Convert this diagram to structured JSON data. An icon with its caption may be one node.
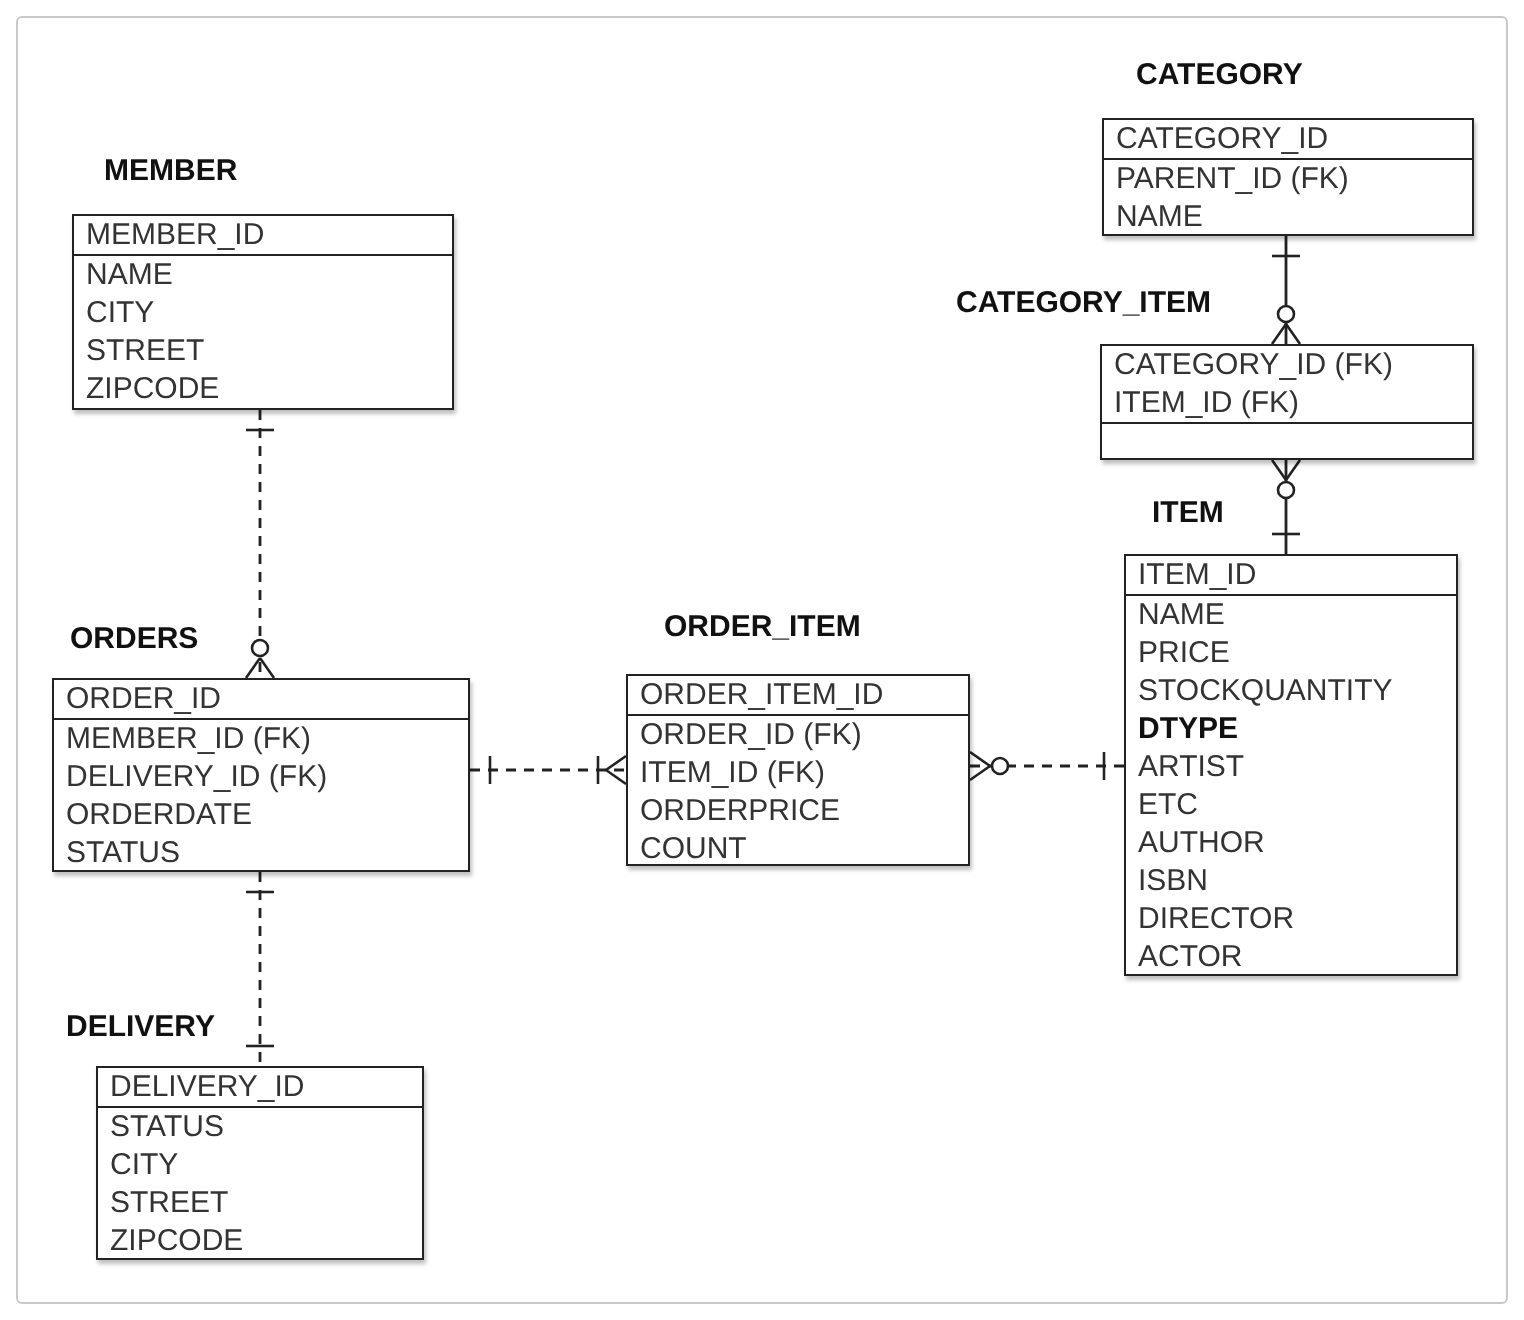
{
  "diagram": {
    "nodes": [
      {
        "text": [
          "MEMBER",
          "MEMBER_ID",
          "NAME",
          "CITY",
          "STREET",
          "ZIPCODE"
        ]
      },
      {
        "text": [
          "CATEGORY",
          "CATEGORY_ID",
          "PARENT_ID (FK)",
          "NAME"
        ]
      },
      {
        "text": [
          "CATEGORY_ITEM",
          "CATEGORY_ID (FK)",
          "ITEM_ID (FK)"
        ]
      },
      {
        "text": [
          "ITEM",
          "ITEM_ID",
          "NAME",
          "PRICE",
          "STOCKQUANTITY",
          "**DTYPE**",
          "ARTIST",
          "ETC",
          "AUTHOR",
          "ISBN",
          "DIRECTOR",
          "ACTOR"
        ]
      },
      {
        "text": [
          "ORDERS",
          "ORDER_ID",
          "MEMBER_ID (FK)",
          "DELIVERY_ID (FK)",
          "ORDERDATE",
          "STATUS"
        ]
      },
      {
        "text": [
          "ORDER_ITEM",
          "ORDER_ITEM_ID",
          "ORDER_ID (FK)",
          "ITEM_ID (FK)",
          "ORDERPRICE",
          "COUNT"
        ]
      },
      {
        "text": [
          "DELIVERY",
          "DELIVERY_ID",
          "STATUS",
          "CITY",
          "STREET",
          "ZIPCODE"
        ]
      }
    ],
    "edges": [
      {
        "from": 0,
        "to": 4,
        "arrow": "other",
        "style": "dashed"
      },
      {
        "from": 4,
        "to": 6,
        "arrow": "other",
        "style": "dashed"
      },
      {
        "from": 4,
        "to": 5,
        "arrow": "other",
        "style": "dashed"
      },
      {
        "from": 5,
        "to": 3,
        "arrow": "other",
        "style": "dashed"
      },
      {
        "from": 1,
        "to": 2,
        "arrow": "other"
      },
      {
        "from": 2,
        "to": 3,
        "arrow": "other"
      }
    ]
  }
}
